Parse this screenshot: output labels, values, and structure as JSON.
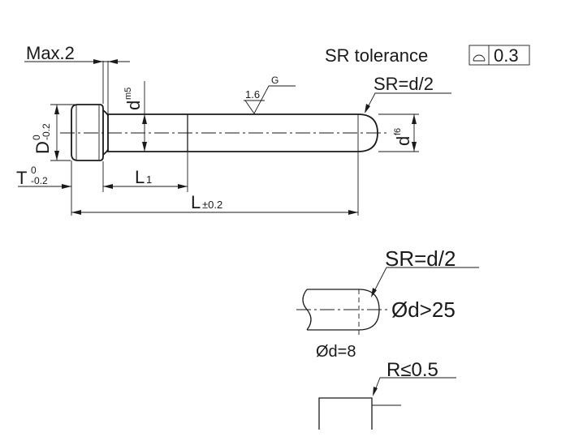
{
  "labels": {
    "max_gap": "Max.2",
    "sr_tolerance": "SR  tolerance",
    "tolerance_value": "0.3",
    "roughness": "1.6",
    "roughness_grade": "G",
    "sr_top": "SR=d/2",
    "d_base": "d",
    "d_sup": "m5",
    "head_d_base": "D",
    "head_d_sup": "0",
    "head_d_sub": "-0.2",
    "tip_d_base": "d",
    "tip_d_sup": "f6",
    "t_base": "T",
    "t_sup": "0",
    "t_sub": "-0.2",
    "l1_base": "L",
    "l1_sub": "1",
    "l_base": "L",
    "l_sub": "±0.2",
    "sr_detail": "SR=d/2",
    "d_gt_25": "Ød>25",
    "d_eq_8": "Ød=8",
    "r_limit": "R≤0.5"
  }
}
